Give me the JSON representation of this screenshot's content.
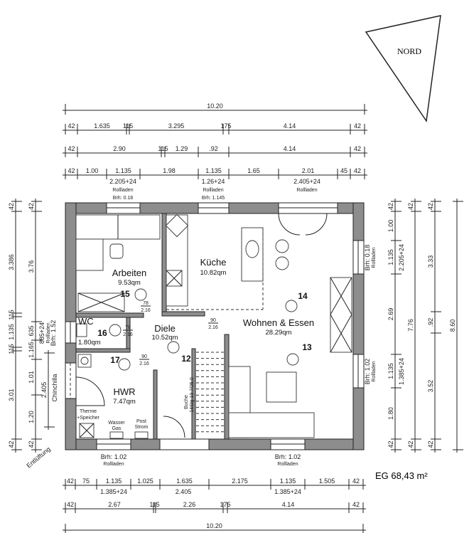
{
  "north": "NORD",
  "total_area": "EG 68,43 m²",
  "rooms": {
    "arbeiten": {
      "name": "Arbeiten",
      "area": "9.53qm"
    },
    "kueche": {
      "name": "Küche",
      "area": "10.82qm"
    },
    "wc": {
      "name": "WC",
      "area": "1.80qm"
    },
    "diele": {
      "name": "Diele",
      "area": "10.52qm"
    },
    "wohnen": {
      "name": "Wohnen & Essen",
      "area": "28.29qm"
    },
    "hwr": {
      "name": "HWR",
      "area": "7.47qm"
    }
  },
  "room_numbers": {
    "n12": "12",
    "n13": "13",
    "n14": "14",
    "n15": "15",
    "n16": "16",
    "n17": "17"
  },
  "doors": {
    "arbeiten": [
      "78",
      "2.16"
    ],
    "wc": [
      "78",
      "2.16"
    ],
    "kueche": [
      "90",
      "2.16"
    ],
    "hwr": [
      "90",
      "2.16"
    ]
  },
  "fixtures": {
    "therme": [
      "Therme",
      "+Speicher"
    ],
    "wasser": [
      "Wasser",
      "Gas"
    ],
    "post": [
      "Post",
      "Strom"
    ],
    "stairs": [
      "Buche",
      "14Stg 19.7/25.0"
    ],
    "chinchilla": "Chinchilla",
    "vent": "Entlüftung"
  },
  "dims": {
    "top_total": "10.20",
    "top_row1": [
      "42",
      "1.635",
      "115",
      "3.295",
      "175",
      "4.14",
      "42"
    ],
    "top_row2": [
      "42",
      "2.90",
      "115",
      "1.29",
      ".92",
      "4.14",
      "42"
    ],
    "top_row3": [
      "42",
      "1.00",
      "1.135",
      "1.98",
      "1.135",
      "1.65",
      "2.01",
      "45",
      "42"
    ],
    "bottom_row1": [
      "42",
      "75",
      "1.135",
      "1.025",
      "1.635",
      "2.175",
      "1.135",
      "1.505",
      "42"
    ],
    "bottom_row1_sub": [
      "1.385+24",
      "2.405",
      "1.385+24"
    ],
    "bottom_row2": [
      "42",
      "2.67",
      "115",
      "2.26",
      "175",
      "4.14",
      "42"
    ],
    "bottom_total": "10.20",
    "left_col1": [
      "42",
      "3.386",
      "115",
      "1.135",
      "115",
      "3.01",
      "42"
    ],
    "left_col2": [
      "42",
      "3.76",
      "635",
      "1.165",
      "1.01",
      "1.20",
      "42"
    ],
    "left_col3": [
      "2.405"
    ],
    "right_col1": [
      "42",
      "1.00",
      "1.135",
      "2.69",
      "1.135",
      "1.80",
      "42"
    ],
    "right_col1_sub": [
      "2.205+24",
      "1.385+24"
    ],
    "right_col2": [
      "42",
      "7.76",
      "42"
    ],
    "right_col3": [
      "42",
      "3.33",
      ".92",
      "3.52",
      "42"
    ],
    "right_total": [
      "8.60"
    ]
  },
  "windows": {
    "top_arbeiten": [
      "2.205+24",
      "Rollladen",
      "Brh: 0.18"
    ],
    "top_kueche": [
      "1.26+24",
      "Rollladen",
      "Brh: 1.145"
    ],
    "top_wohnen": [
      "2.405+24",
      "Rollladen"
    ],
    "bottom_hwr": [
      "Brh: 1.02",
      "Rollladen"
    ],
    "bottom_wohnen": [
      "Brh: 1.02",
      "Rollladen"
    ],
    "right_top": [
      "Brh: 0.18",
      "Rollladen"
    ],
    "right_bottom": [
      "Brh: 1.02",
      "Rollladen"
    ],
    "left_wc": [
      "885+24",
      "Rollladen",
      "Brh: 1.52"
    ]
  }
}
